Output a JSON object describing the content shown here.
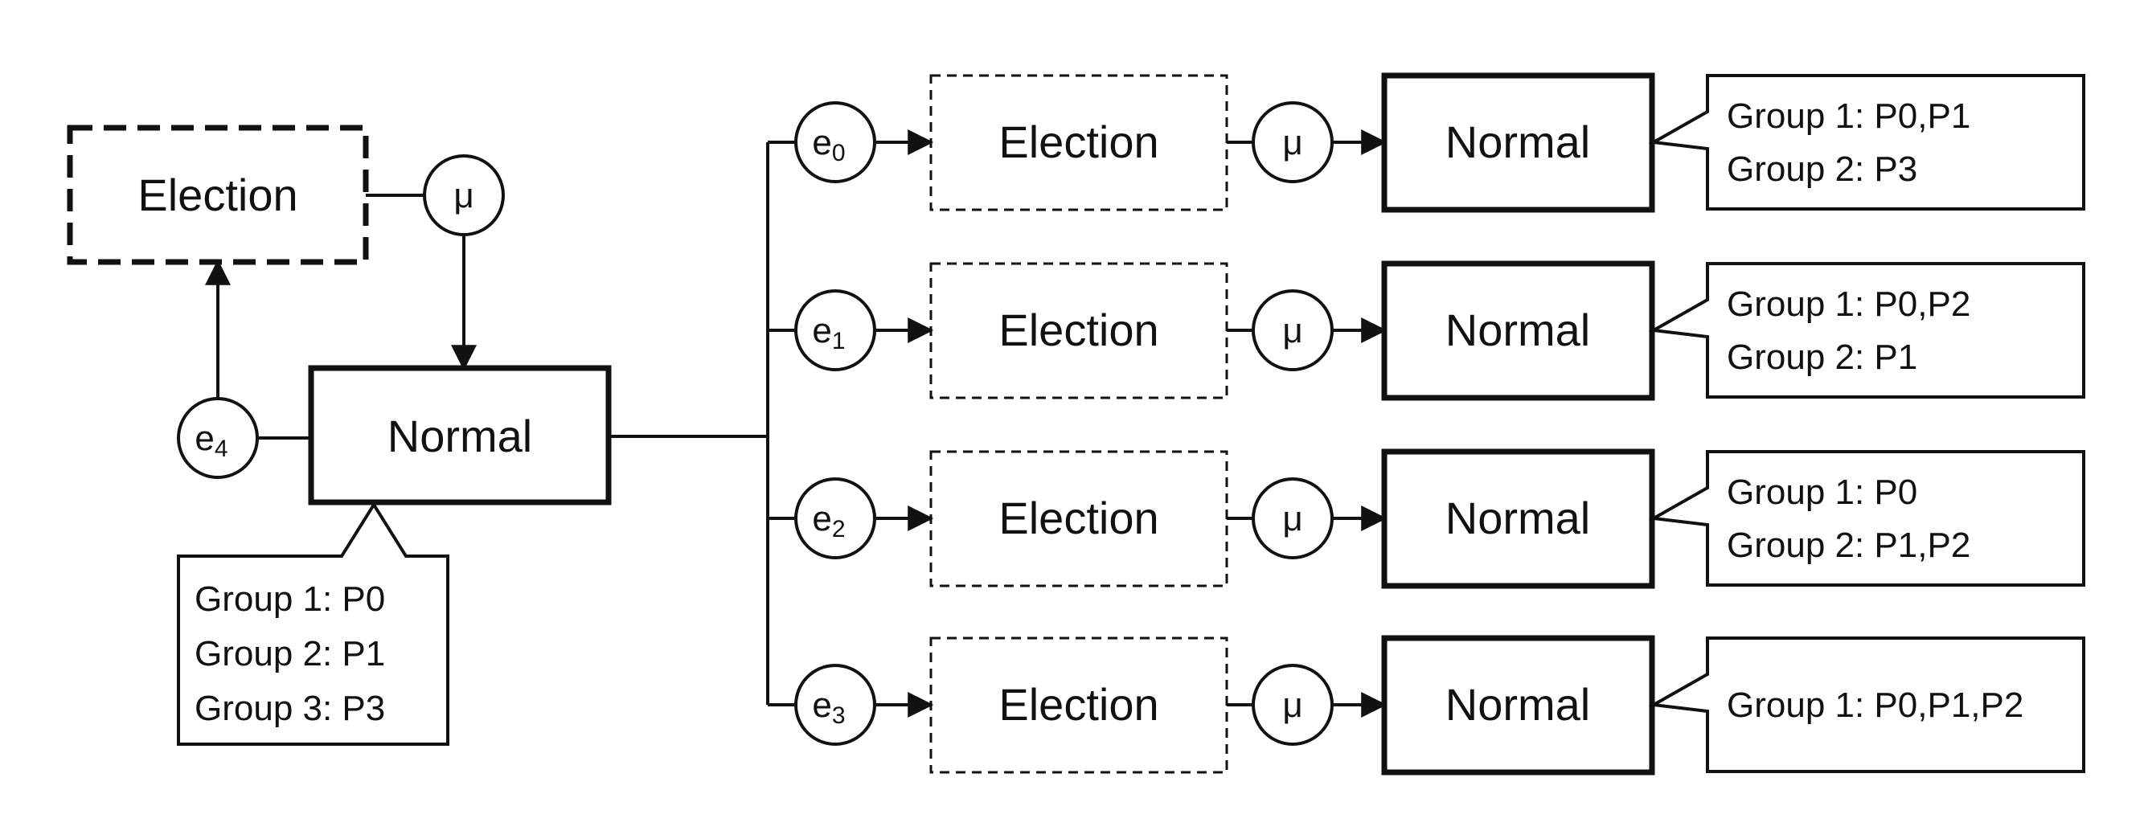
{
  "left": {
    "election_label": "Election",
    "normal_label": "Normal",
    "mu_label": "μ",
    "e4": {
      "base": "e",
      "sub": "4"
    },
    "callout_lines": [
      "Group 1: P0",
      "Group 2: P1",
      "Group 3: P3"
    ]
  },
  "branches": [
    {
      "event": {
        "base": "e",
        "sub": "0"
      },
      "election_label": "Election",
      "mu_label": "μ",
      "normal_label": "Normal",
      "callout_lines": [
        "Group 1: P0,P1",
        "Group 2: P3"
      ]
    },
    {
      "event": {
        "base": "e",
        "sub": "1"
      },
      "election_label": "Election",
      "mu_label": "μ",
      "normal_label": "Normal",
      "callout_lines": [
        "Group 1: P0,P2",
        "Group 2: P1"
      ]
    },
    {
      "event": {
        "base": "e",
        "sub": "2"
      },
      "election_label": "Election",
      "mu_label": "μ",
      "normal_label": "Normal",
      "callout_lines": [
        "Group 1: P0",
        "Group 2: P1,P2"
      ]
    },
    {
      "event": {
        "base": "e",
        "sub": "3"
      },
      "election_label": "Election",
      "mu_label": "μ",
      "normal_label": "Normal",
      "callout_lines": [
        "Group 1: P0,P1,P2"
      ]
    }
  ]
}
